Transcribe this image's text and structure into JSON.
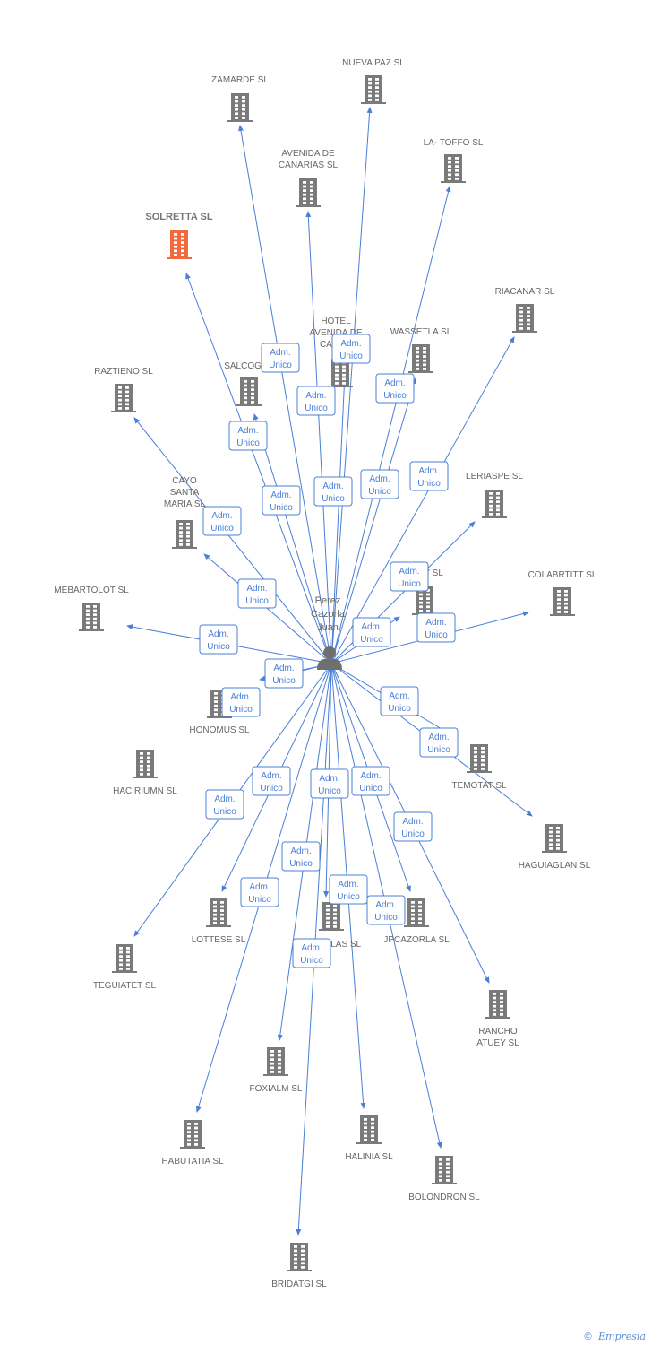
{
  "colors": {
    "edge": "#4a7fd6",
    "building": "#7a7a7a",
    "building_highlight": "#f06a3e",
    "text": "#666666"
  },
  "person": {
    "lines": [
      "Perez",
      "Cazorla",
      "Juan"
    ],
    "icon": "person-icon"
  },
  "role": {
    "line1": "Adm.",
    "line2": "Unico"
  },
  "brand": {
    "copyright": "©",
    "name": "Empresia"
  },
  "companies": [
    {
      "name": [
        "ZAMARDE SL"
      ]
    },
    {
      "name": [
        "NUEVA PAZ SL"
      ]
    },
    {
      "name": [
        "AVENIDA DE",
        "CANARIAS SL"
      ]
    },
    {
      "name": [
        "LA- TOFFO SL"
      ]
    },
    {
      "name": [
        "SOLRETTA SL"
      ],
      "highlight": true
    },
    {
      "name": [
        "RIACANAR SL"
      ]
    },
    {
      "name": [
        "HOTEL",
        "AVENIDA DE",
        "CANA..."
      ]
    },
    {
      "name": [
        "WASSETLA SL"
      ]
    },
    {
      "name": [
        "SALCOGEN"
      ]
    },
    {
      "name": [
        "RAZTIENO SL"
      ]
    },
    {
      "name": [
        "CAYO",
        "SANTA",
        "MARIA SL"
      ]
    },
    {
      "name": [
        "LERIASPE SL"
      ]
    },
    {
      "name": [
        "...Y SL"
      ]
    },
    {
      "name": [
        "COLABRTITT SL"
      ]
    },
    {
      "name": [
        "MEBARTOLOT SL"
      ]
    },
    {
      "name": [
        "HONOMUS SL"
      ]
    },
    {
      "name": [
        "HACIRIUMN SL"
      ]
    },
    {
      "name": [
        "TEMOTAT SL"
      ]
    },
    {
      "name": [
        "HAGUIAGLAN SL"
      ]
    },
    {
      "name": [
        "LOTTESE SL"
      ]
    },
    {
      "name": [
        "...LAS SL"
      ]
    },
    {
      "name": [
        "JPCAZORLA SL"
      ]
    },
    {
      "name": [
        "TEGUIATET SL"
      ]
    },
    {
      "name": [
        "RANCHO",
        "ATUEY SL"
      ]
    },
    {
      "name": [
        "FOXIALM SL"
      ]
    },
    {
      "name": [
        "HABUTATIA SL"
      ]
    },
    {
      "name": [
        "HALINIA SL"
      ]
    },
    {
      "name": [
        "BOLONDRON SL"
      ]
    },
    {
      "name": [
        "BRIDATGI SL"
      ]
    }
  ]
}
